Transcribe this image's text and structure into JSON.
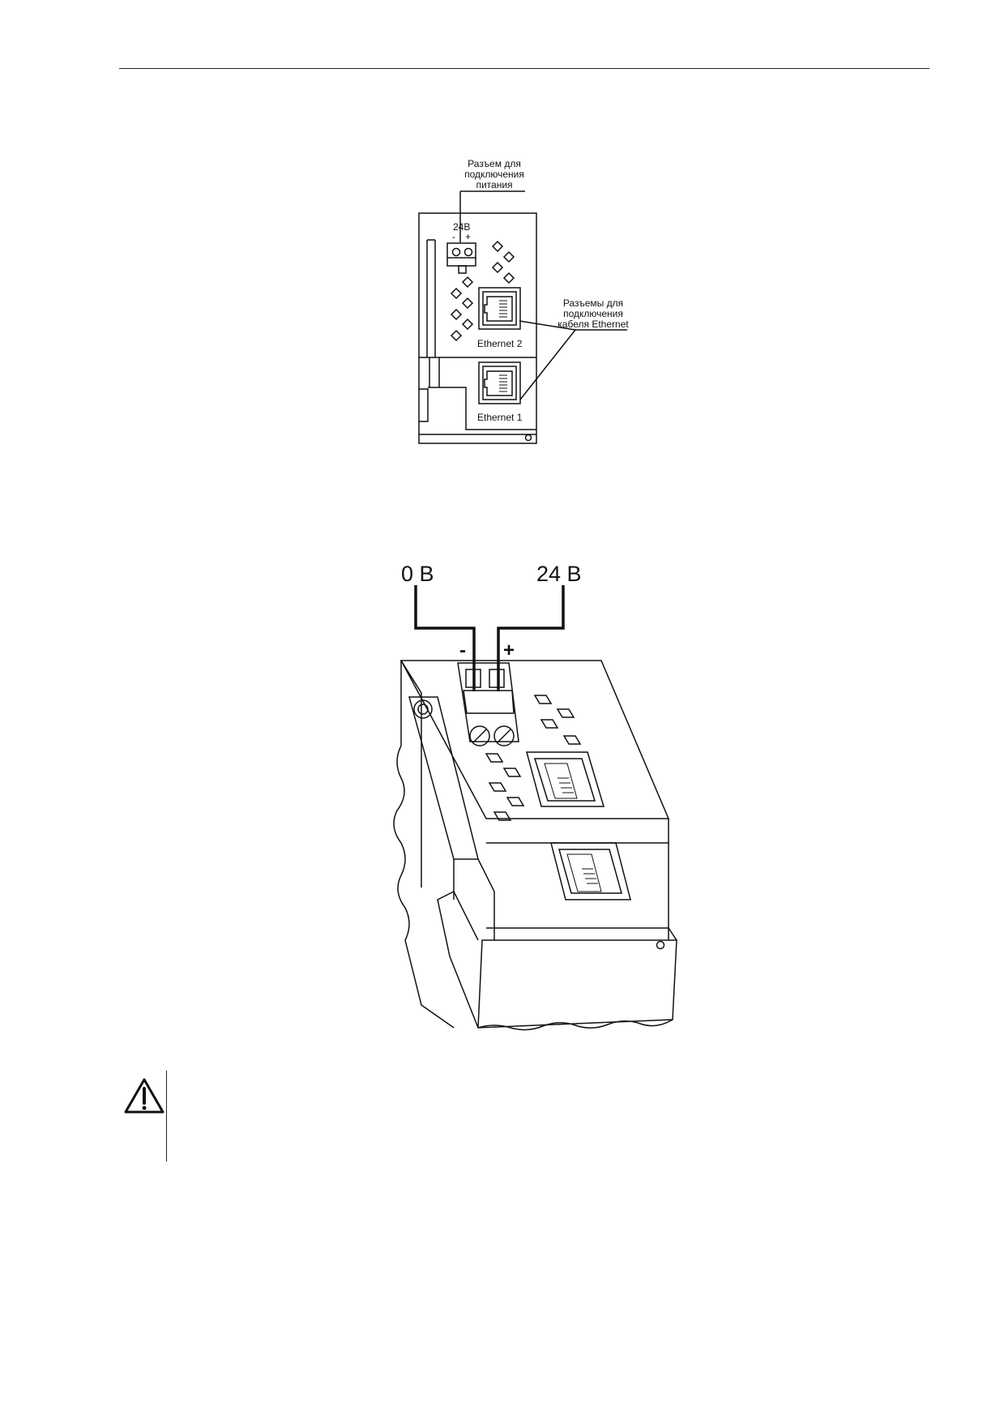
{
  "figure1": {
    "power_callout": [
      "Разъем для",
      "подключения",
      "питания"
    ],
    "ethernet_callout": [
      "Разъемы для",
      "подключения",
      "кабеля Ethernet"
    ],
    "voltage_label": "24В",
    "minus": "-",
    "plus": "+",
    "port_upper": "Ethernet 2",
    "port_lower": "Ethernet 1"
  },
  "figure2": {
    "left_wire_label": "0 В",
    "right_wire_label": "24 В",
    "minus": "-",
    "plus": "+"
  },
  "icons": {
    "warning": "warning-triangle-icon"
  }
}
